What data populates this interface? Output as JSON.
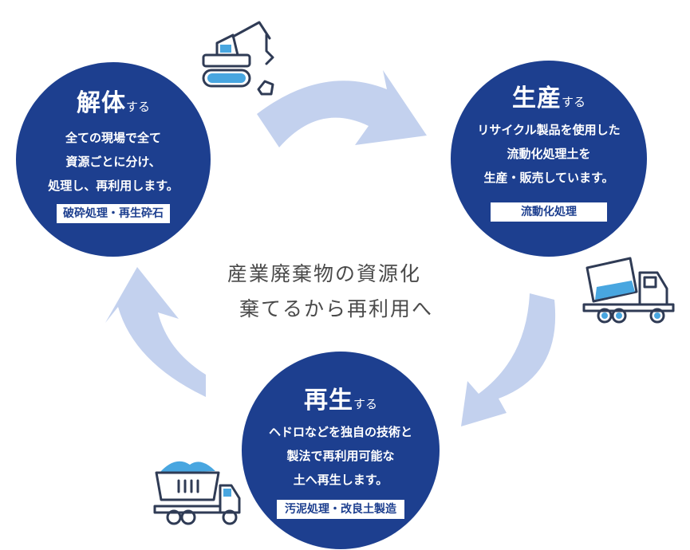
{
  "nodes": {
    "kaitai": {
      "title": "解体",
      "suffix": "する",
      "lines": [
        "全ての現場で全て",
        "資源ごとに分け、",
        "処理し、再利用します。"
      ],
      "badge": "破砕処理・再生砕石",
      "icon": "excavator-icon"
    },
    "seisan": {
      "title": "生産",
      "suffix": "する",
      "lines": [
        "リサイクル製品を使用した",
        "流動化処理土を",
        "生産・販売しています。"
      ],
      "badge": "流動化処理",
      "icon": "mixer-truck-icon"
    },
    "saisei": {
      "title": "再生",
      "suffix": "する",
      "lines": [
        "ヘドロなどを独自の技術と",
        "製法で再利用可能な",
        "土へ再生します。"
      ],
      "badge": "汚泥処理・改良土製造",
      "icon": "dump-truck-icon"
    }
  },
  "center": {
    "line1": "産業廃棄物の資源化",
    "line2": "棄てるから再利用へ"
  },
  "colors": {
    "circle": "#1d3f8f",
    "arrow": "#c3d1ee",
    "icon_line": "#2f3b55",
    "icon_accent": "#48a6e0",
    "text": "#4a4a4a"
  }
}
